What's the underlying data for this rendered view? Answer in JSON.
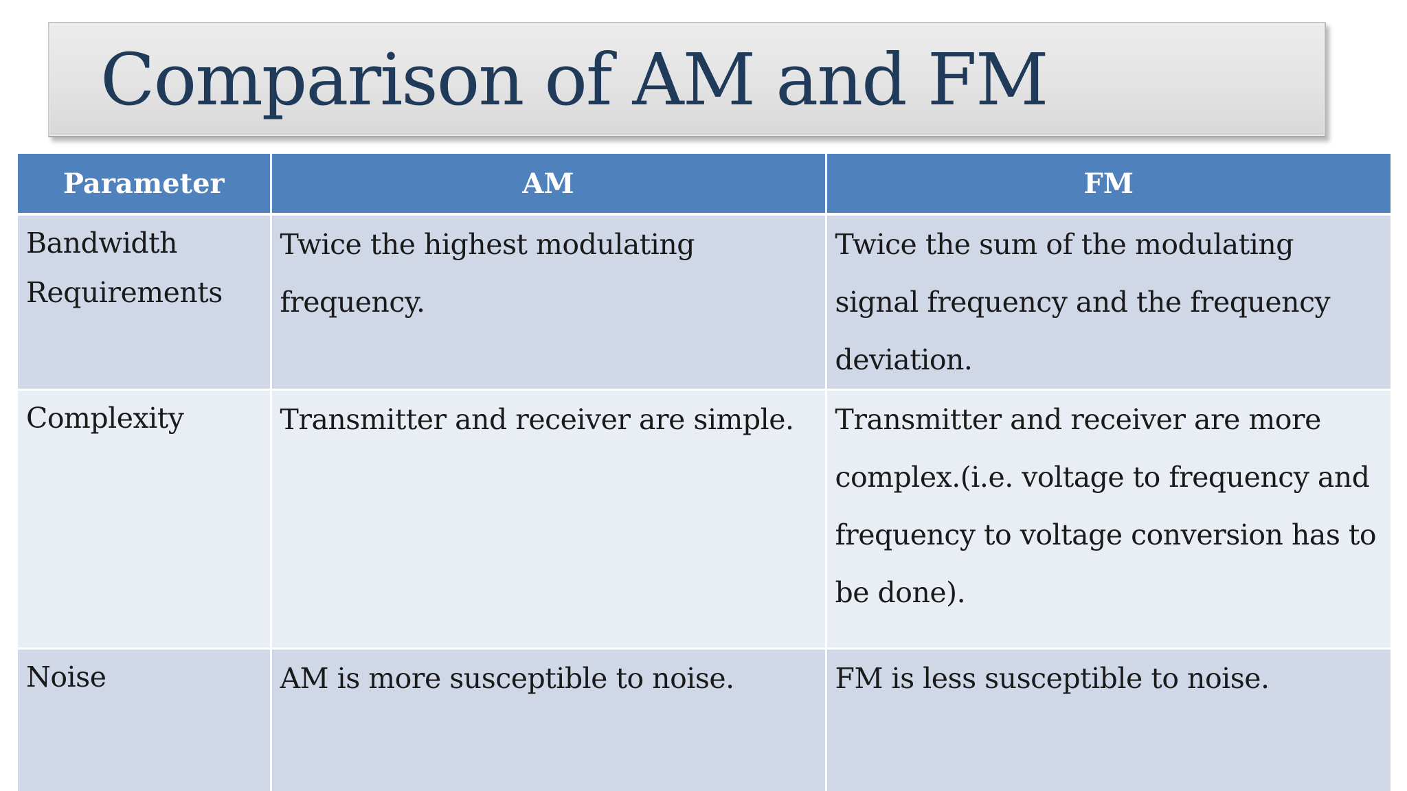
{
  "slide": {
    "title": "Comparison of AM and FM"
  },
  "table": {
    "headers": [
      "Parameter",
      "AM",
      "FM"
    ],
    "rows": [
      {
        "parameter": "Bandwidth Requirements",
        "am": "Twice the highest modulating frequency.",
        "fm": "Twice the sum of the modulating signal frequency and the frequency deviation."
      },
      {
        "parameter": "Complexity",
        "am": "Transmitter and receiver are simple.",
        "fm": "Transmitter and receiver are more complex.(i.e. voltage to frequency and frequency to voltage conversion has to be done)."
      },
      {
        "parameter": "Noise",
        "am": "AM is more susceptible to noise.",
        "fm": "FM is less susceptible to noise."
      }
    ]
  },
  "colors": {
    "header_background": "#4f81bd",
    "row_dark": "#d0d8e8",
    "row_light": "#e9edf4",
    "title_text": "#203a5a",
    "banner_background": "#e3e3e3"
  }
}
